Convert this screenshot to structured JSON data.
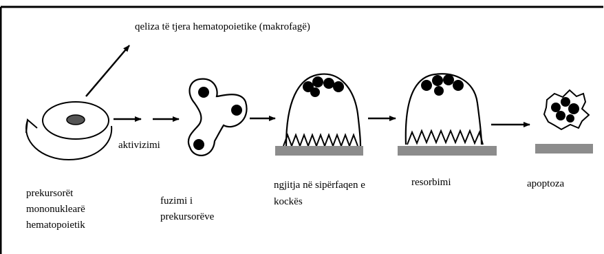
{
  "labels": {
    "other_cells": "qeliza të tjera hematopoietike (makrofagë)",
    "activation": "aktivizimi",
    "precursors_line1": "prekursorët",
    "precursors_line2": "mononuklearë",
    "precursors_line3": "hematopoietik",
    "fusion_line1": "fuzimi i",
    "fusion_line2": "prekursorëve",
    "attachment_line1": "ngjitja në sipërfaqen e",
    "attachment_line2": "kockës",
    "resorption": "resorbimi",
    "apoptosis": "apoptoza"
  },
  "colors": {
    "ink": "#000000",
    "bone_surface": "#8c8c8c",
    "nucleus_fill": "#555555",
    "background": "#ffffff"
  }
}
